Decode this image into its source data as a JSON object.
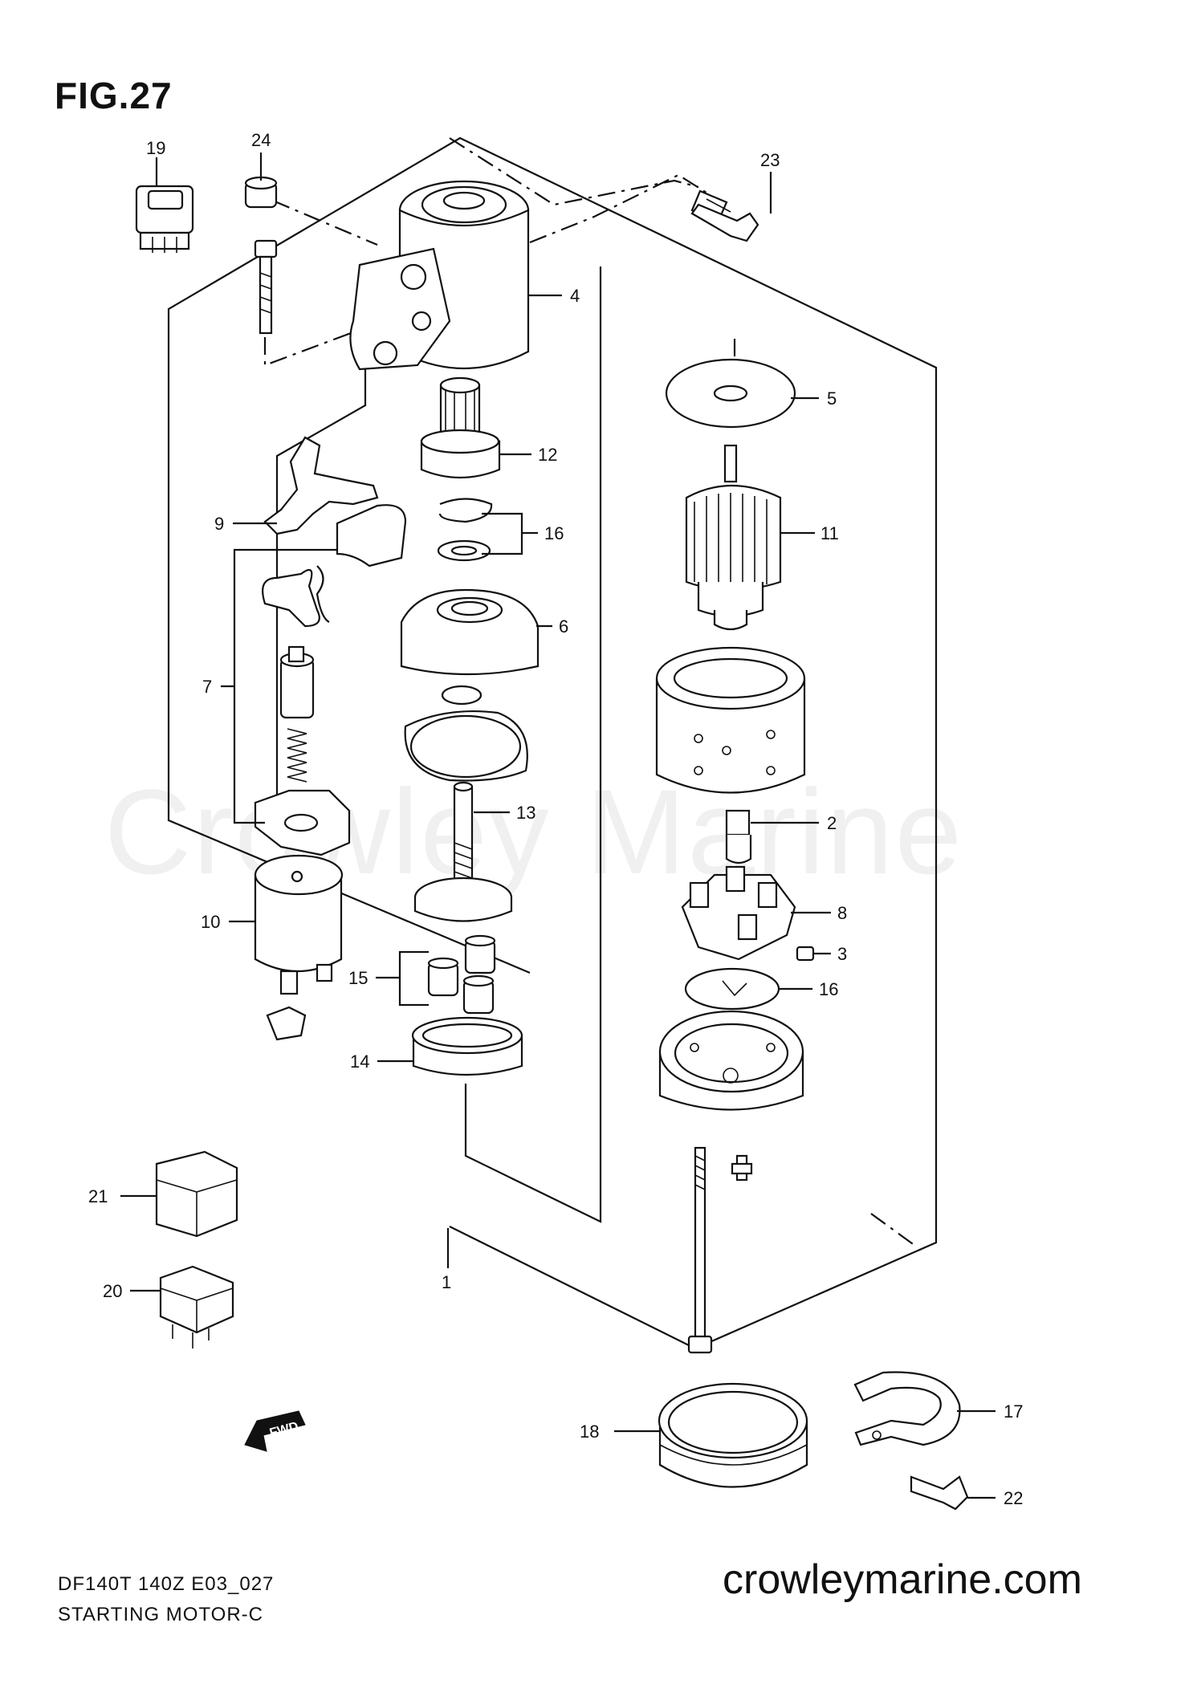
{
  "figure": {
    "title": "FIG.27",
    "code": "DF140T 140Z E03_027",
    "name": "STARTING MOTOR-C"
  },
  "watermark": "Crowley Marine",
  "website": "crowleymarine.com",
  "fwd_label": "FWD",
  "callouts": [
    "1",
    "2",
    "3",
    "4",
    "5",
    "6",
    "7",
    "8",
    "9",
    "10",
    "11",
    "12",
    "13",
    "14",
    "15",
    "16",
    "16",
    "17",
    "18",
    "19",
    "20",
    "21",
    "22",
    "23",
    "24"
  ]
}
